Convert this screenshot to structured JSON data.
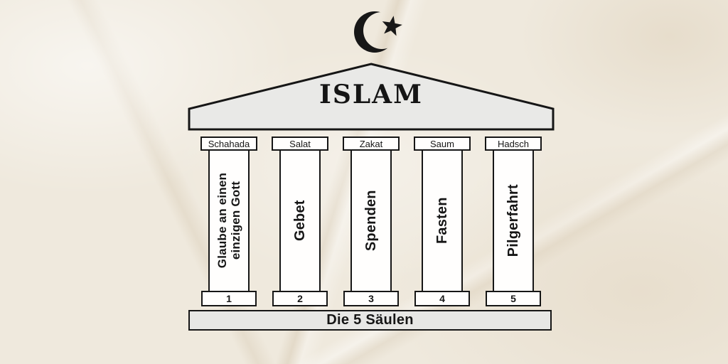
{
  "header": {
    "symbol": "crescent-and-star",
    "title": "ISLAM"
  },
  "pillars": [
    {
      "term": "Schahada",
      "meaning": "Glaube an einen\neinzigen Gott",
      "number": "1"
    },
    {
      "term": "Salat",
      "meaning": "Gebet",
      "number": "2"
    },
    {
      "term": "Zakat",
      "meaning": "Spenden",
      "number": "3"
    },
    {
      "term": "Saum",
      "meaning": "Fasten",
      "number": "4"
    },
    {
      "term": "Hadsch",
      "meaning": "Pilgerfahrt",
      "number": "5"
    }
  ],
  "base": {
    "label": "Die 5 Säulen"
  },
  "colors": {
    "background": "#efe9dd",
    "structure_fill": "#e9e9e7",
    "pillar_fill": "#fffefd",
    "ink": "#161616"
  }
}
